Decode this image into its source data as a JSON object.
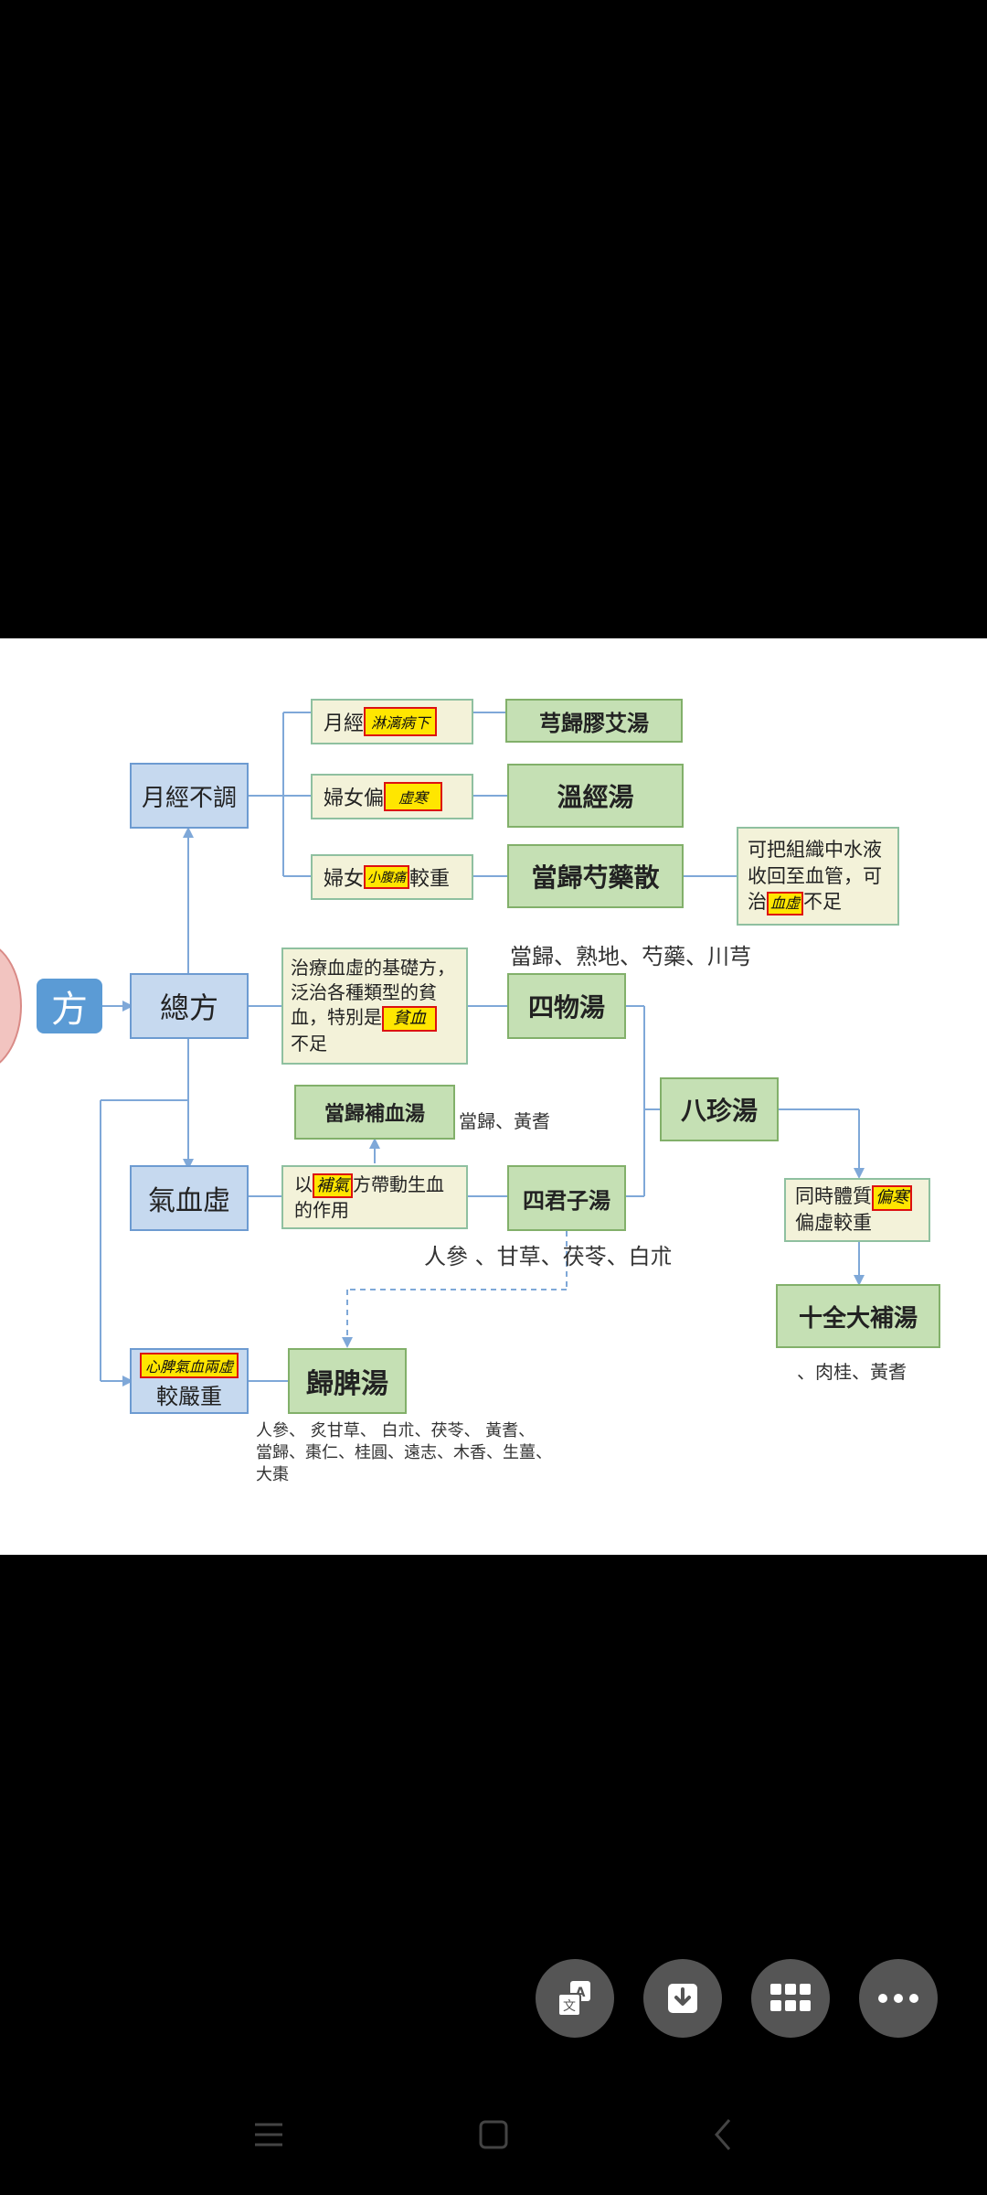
{
  "diagram": {
    "root": "方",
    "main_formula": "總方",
    "categories": {
      "menstrual": "月經不調",
      "qi_blood": "氣血虛",
      "severe": "較嚴重"
    },
    "conditions": {
      "menstrual_a": "月經",
      "menstrual_a_hl": "淋漓病下",
      "women_cold": "婦女偏",
      "women_cold_hl": "虛寒",
      "women_pain": "婦女",
      "women_pain_hl": "小腹痛",
      "women_pain_suffix": "較重",
      "severe_hl": "心脾氣血兩虛"
    },
    "formulas": {
      "xiong_gui_jiao_ai": "芎歸膠艾湯",
      "wen_jing": "溫經湯",
      "dang_gui_shao_yao": "當歸芍藥散",
      "si_wu": "四物湯",
      "dang_gui_bu_xue": "當歸補血湯",
      "si_jun_zi": "四君子湯",
      "ba_zhen": "八珍湯",
      "shi_quan_da_bu": "十全大補湯",
      "gui_pi": "歸脾湯"
    },
    "descriptions": {
      "tissue_fluid_1": "可把組織中水液",
      "tissue_fluid_2": "收回至血管，可",
      "tissue_fluid_3a": "治",
      "tissue_fluid_hl": "血虛",
      "tissue_fluid_3b": "不足",
      "base_formula_1": "治療血虛的基礎方，",
      "base_formula_2": "泛治各種類型的貧",
      "base_formula_3": "血，特別是",
      "base_formula_hl": "貧血",
      "base_formula_4": "不足",
      "qi_blood_1a": "以",
      "qi_blood_hl": "補氣",
      "qi_blood_1b": "方帶動生血",
      "qi_blood_2": "的作用",
      "constitution_1": "同時體質",
      "constitution_hl": "偏寒",
      "constitution_2": "偏虛較重"
    },
    "ingredients": {
      "si_wu": "當歸、熟地、芍藥、川芎",
      "dang_gui_bu_xue": "當歸、黃耆",
      "si_jun_zi": "人參 、甘草、茯苓、白朮",
      "shi_quan": "、肉桂、黃耆",
      "gui_pi_1": "人參、 炙甘草、 白朮、茯苓、 黃耆、",
      "gui_pi_2": "當歸、棗仁、桂圓、遠志、木香、生薑、",
      "gui_pi_3": "大棗"
    }
  },
  "actions": {
    "translate_icon": "translate-icon",
    "download_icon": "download-icon",
    "apps_icon": "grid-icon",
    "more_icon": "more-icon"
  },
  "nav": {
    "menu_icon": "menu-icon",
    "home_icon": "home-square-icon",
    "back_icon": "back-chevron-icon"
  }
}
